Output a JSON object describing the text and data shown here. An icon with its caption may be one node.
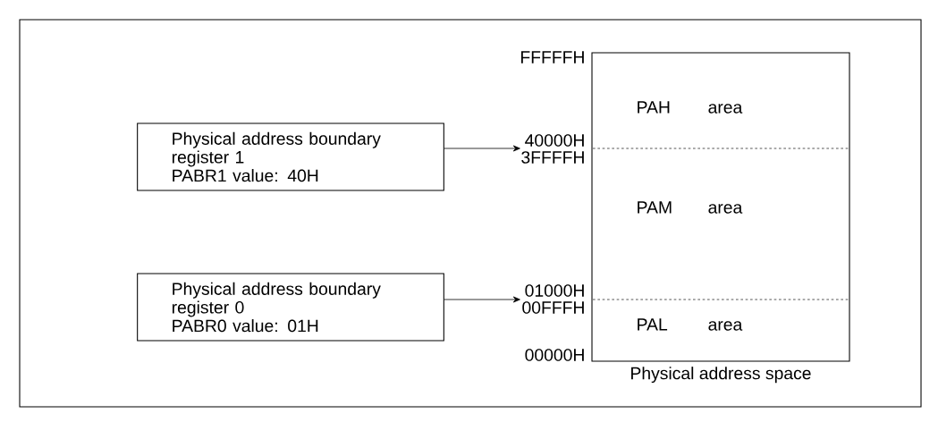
{
  "diagram": {
    "nodes": [
      {
        "text": [
          "Physical address boundary register 1",
          "PABR1 value:  40H"
        ]
      },
      {
        "text": [
          "Physical address boundary register 0",
          "PABR0 value:  01H"
        ]
      },
      {
        "text": [
          "40000H"
        ]
      },
      {
        "text": [
          "01000H"
        ]
      },
      {
        "text": [
          "Physical address space"
        ]
      },
      {
        "text": [
          "PAH",
          "area"
        ],
        "in": 4
      },
      {
        "text": [
          "PAM",
          "area"
        ],
        "in": 4
      },
      {
        "text": [
          "PAL",
          "area"
        ],
        "in": 4
      }
    ],
    "edges": [
      {
        "from": 0,
        "to": 2,
        "arrow": "to"
      },
      {
        "from": 1,
        "to": 3,
        "arrow": "to"
      }
    ],
    "labels": [
      "FFFFFH",
      "3FFFFH",
      "00FFFH",
      "00000H"
    ]
  }
}
